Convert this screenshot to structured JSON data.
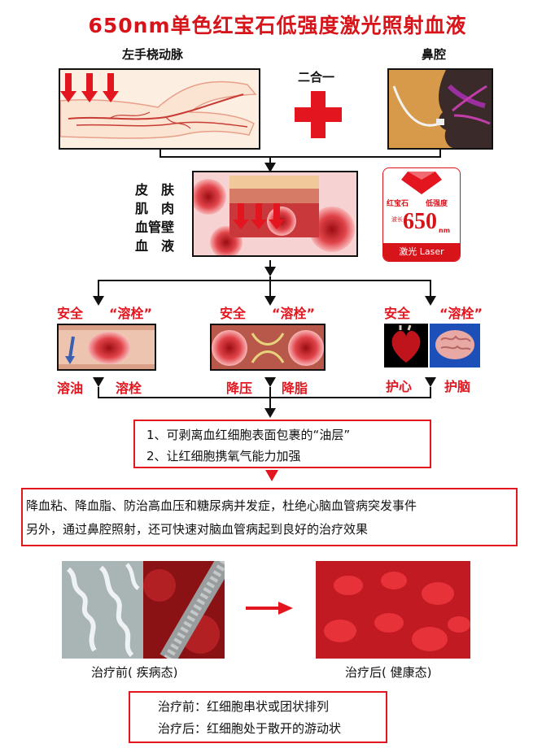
{
  "title": "650nm单色红宝石低强度激光照射血液",
  "top": {
    "wrist_label": "左手桡动脉",
    "nose_label": "鼻腔",
    "combine_label": "二合一"
  },
  "layers": [
    "皮　肤",
    "肌　肉",
    "血管壁",
    "血　液"
  ],
  "badge": {
    "left": "红宝石",
    "right": "低强度",
    "wave_label": "波长",
    "value": "650",
    "unit": "nm",
    "bottom": "激光 Laser"
  },
  "branches": [
    {
      "safe": "安全",
      "quote": "“溶栓”",
      "out_left": "溶油",
      "out_right": "溶栓"
    },
    {
      "safe": "安全",
      "quote": "“溶栓”",
      "out_left": "降压",
      "out_right": "降脂"
    },
    {
      "safe": "安全",
      "quote": "“溶栓”",
      "out_left": "护心",
      "out_right": "护脑"
    }
  ],
  "effects": {
    "line1": "1、可剥离血红细胞表面包裹的“油层”",
    "line2": "2、让红细胞携氧气能力加强"
  },
  "benefits": {
    "line1": "降血粘、降血脂、防治高血压和糖尿病并发症，杜绝心脑血管病突发事件",
    "line2": "另外，通过鼻腔照射，还可快速对脑血管病起到良好的治疗效果"
  },
  "before_label": "治疗前( 疾病态)",
  "after_label": "治疗后( 健康态)",
  "summary": {
    "line1": "治疗前：红细胞串状或团状排列",
    "line2": "治疗后：红细胞处于散开的游动状"
  },
  "colors": {
    "accent": "#e2161f",
    "title": "#d8141b"
  }
}
